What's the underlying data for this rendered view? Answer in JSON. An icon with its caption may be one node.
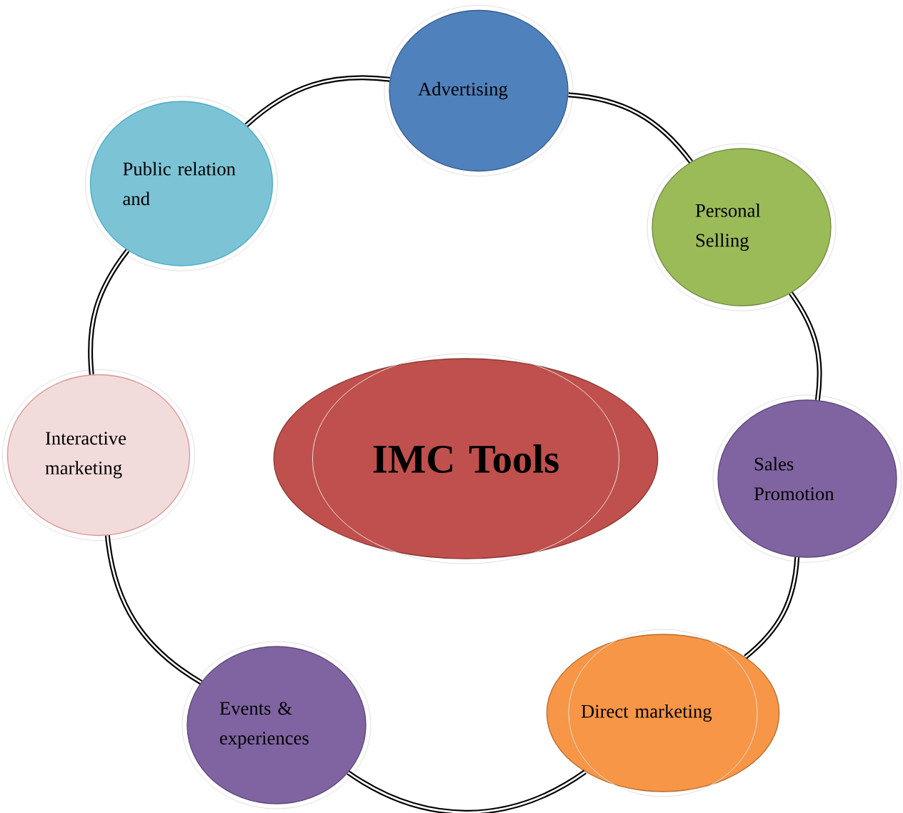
{
  "diagram": {
    "nodes": [
      {
        "text": [
          "IMC Tools"
        ]
      },
      {
        "text": [
          "Advertising"
        ]
      },
      {
        "text": [
          "Personal Selling"
        ]
      },
      {
        "text": [
          "Sales Promotion"
        ]
      },
      {
        "text": [
          "Direct marketing"
        ]
      },
      {
        "text": [
          "Events & experiences"
        ]
      },
      {
        "text": [
          "Interactive marketing"
        ]
      },
      {
        "text": [
          "Public relation and"
        ]
      }
    ],
    "edges": [
      {
        "from": 1,
        "to": 2,
        "arrow": "none"
      },
      {
        "from": 2,
        "to": 3,
        "arrow": "none"
      },
      {
        "from": 3,
        "to": 4,
        "arrow": "none"
      },
      {
        "from": 4,
        "to": 5,
        "arrow": "none"
      },
      {
        "from": 5,
        "to": 6,
        "arrow": "none"
      },
      {
        "from": 6,
        "to": 7,
        "arrow": "none"
      },
      {
        "from": 7,
        "to": 1,
        "arrow": "none"
      }
    ]
  }
}
